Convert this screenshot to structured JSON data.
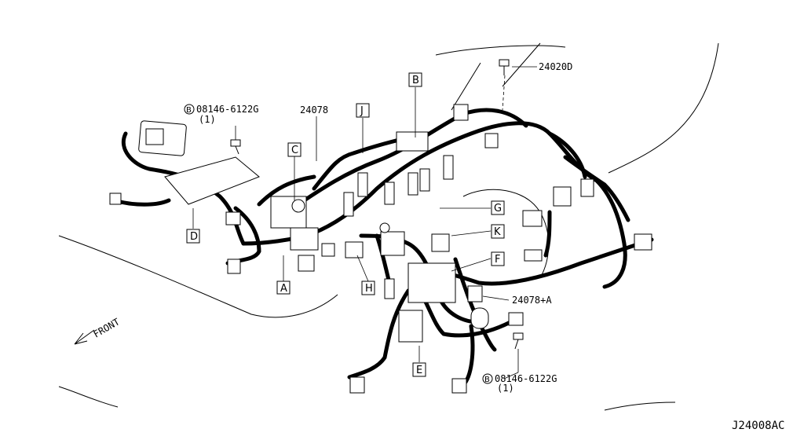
{
  "diagram": {
    "drawing_code": "J24008AC",
    "front_label": "FRONT",
    "callouts": [
      {
        "key": "part_24020d",
        "text": "24020D"
      },
      {
        "key": "part_24078",
        "text": "24078"
      },
      {
        "key": "part_24078a",
        "text": "24078+A"
      },
      {
        "key": "bolt_top_code",
        "text": "08146-6122G"
      },
      {
        "key": "bolt_top_qty",
        "text": "(1)"
      },
      {
        "key": "bolt_bottom_code",
        "text": "08146-6122G"
      },
      {
        "key": "bolt_bottom_qty",
        "text": "(1)"
      }
    ],
    "bolt_symbol": "B",
    "box_labels": [
      "A",
      "B",
      "C",
      "D",
      "E",
      "F",
      "G",
      "H",
      "J",
      "K"
    ]
  }
}
